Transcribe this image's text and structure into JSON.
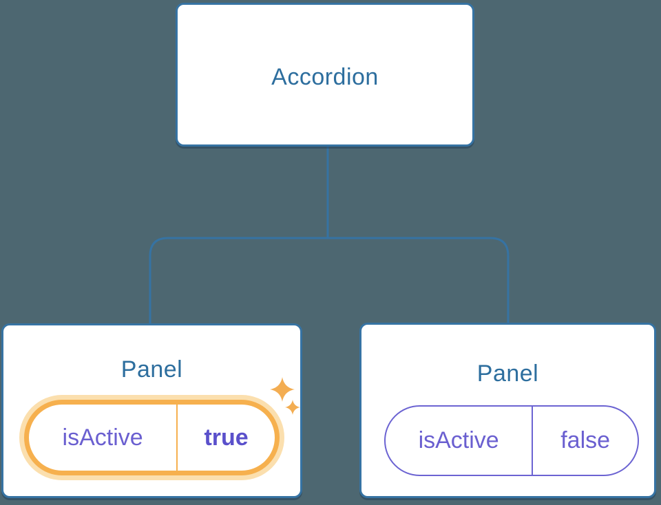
{
  "page": {
    "background_color": "#4d6771",
    "kind": "component-tree-diagram"
  },
  "tree": {
    "root": {
      "label": "Accordion"
    },
    "children": [
      {
        "label": "Panel",
        "prop": {
          "name": "isActive",
          "value": "true"
        },
        "highlighted": true,
        "icon": "sparkles"
      },
      {
        "label": "Panel",
        "prop": {
          "name": "isActive",
          "value": "false"
        },
        "highlighted": false
      }
    ]
  },
  "colors": {
    "background": "#4d6771",
    "node_border": "#3673a3",
    "node_text": "#2d6e9e",
    "connector_line": "#3673a3",
    "state_name_purple": "#6a5fd0",
    "state_value_purple_bold": "#5a50cb",
    "inactive_pill_border": "#6b63d2",
    "highlight_orange": "#f6b04e",
    "highlight_glow": "#fbdfae",
    "sparkle_orange": "#f3ad52"
  }
}
